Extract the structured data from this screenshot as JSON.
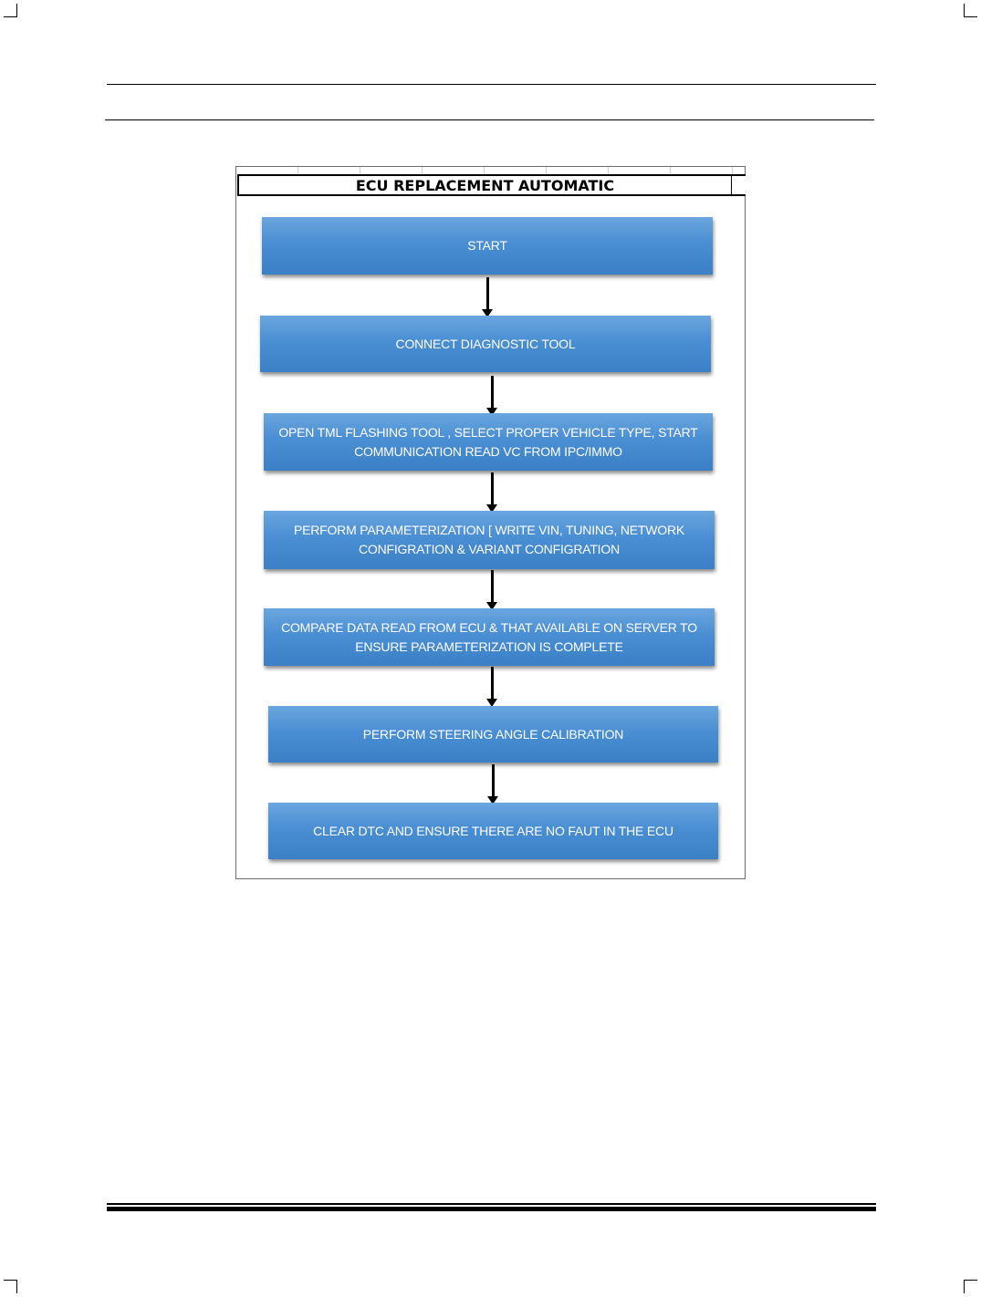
{
  "diagram": {
    "title": "ECU REPLACEMENT AUTOMATIC",
    "steps": [
      "START",
      "CONNECT DIAGNOSTIC TOOL",
      "OPEN TML FLASHING TOOL , SELECT PROPER VEHICLE TYPE, START COMMUNICATION READ VC FROM IPC/IMMO",
      "PERFORM PARAMETERIZATION [ WRITE VIN, TUNING, NETWORK CONFIGRATION & VARIANT CONFIGRATION",
      "COMPARE DATA READ FROM ECU & THAT AVAILABLE ON SERVER TO ENSURE PARAMETERIZATION IS COMPLETE",
      "PERFORM STEERING ANGLE CALIBRATION",
      "CLEAR DTC AND ENSURE THERE ARE NO FAUT IN THE ECU"
    ],
    "step_color": "#4a8ed3",
    "arrow_color": "#000000"
  }
}
